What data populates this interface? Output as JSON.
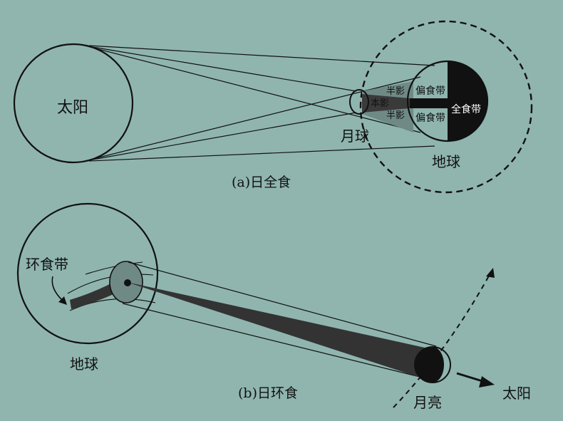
{
  "diagram_a": {
    "sun_label": "太阳",
    "moon_label": "月球",
    "earth_label": "地球",
    "penumbra_label_top": "半影",
    "penumbra_label_bottom": "半影",
    "umbra_label": "本影",
    "partial_band_top": "偏食带",
    "partial_band_bottom": "偏食带",
    "total_band": "全食带",
    "caption": "(a)日全食"
  },
  "diagram_b": {
    "annular_band_label": "环食带",
    "earth_label": "地球",
    "moon_label": "月亮",
    "sun_label": "太阳",
    "caption": "(b)日环食"
  },
  "colors": {
    "background": "#8fb5ae",
    "stroke": "#111111",
    "shadow": "#333333",
    "penumbra": "#6f8a85"
  }
}
